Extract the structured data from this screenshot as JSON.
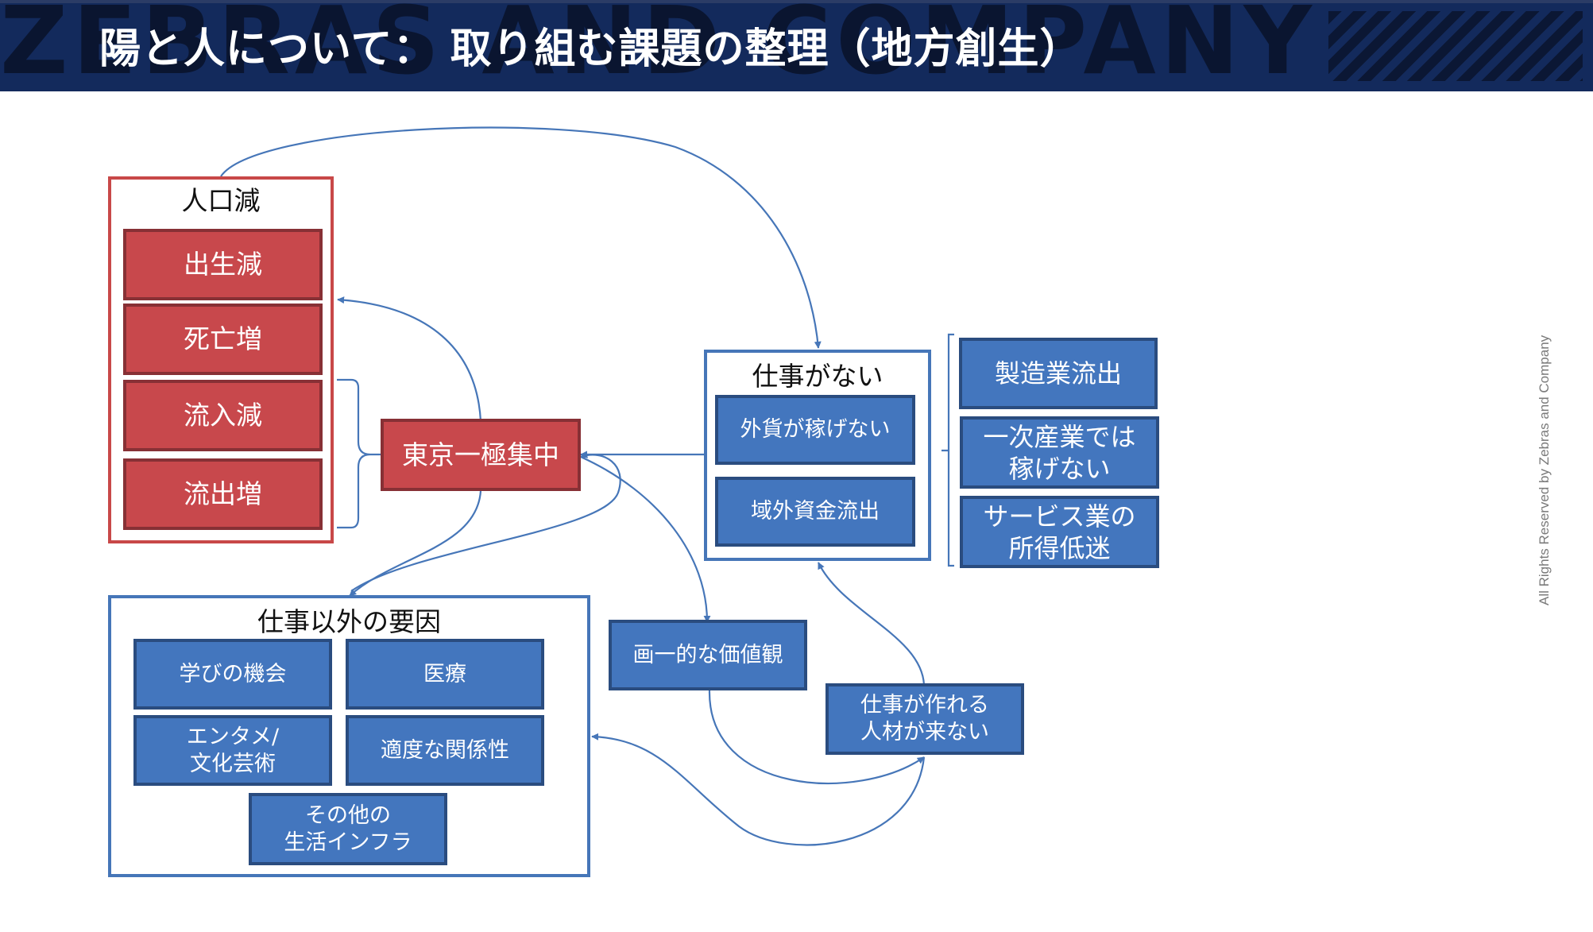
{
  "header": {
    "title": "陽と人について： 取り組む課題の整理（地方創生）",
    "watermark": "ZEBRAS AND COMPANY",
    "background": "#132a5c"
  },
  "colors": {
    "red_fill": "#c8484c",
    "red_border": "#873035",
    "blue_fill": "#4376be",
    "blue_border": "#2a4c7f",
    "connector": "#4676b8"
  },
  "population_decline": {
    "label": "人口減",
    "items": [
      "出生減",
      "死亡増",
      "流入減",
      "流出増"
    ]
  },
  "tokyo_concentration": {
    "label": "東京一極集中"
  },
  "no_jobs": {
    "label": "仕事がない",
    "items": [
      "外貨が稼げない",
      "域外資金流出"
    ]
  },
  "industry_factors": [
    "製造業流出",
    "一次産業では\n稼げない",
    "サービス業の\n所得低迷"
  ],
  "non_job_factors": {
    "label": "仕事以外の要因",
    "items": [
      "学びの機会",
      "医療",
      "エンタメ/\n文化芸術",
      "適度な関係性",
      "その他の\n生活インフラ"
    ]
  },
  "uniform_values": {
    "label": "画一的な価値観"
  },
  "no_job_creators": {
    "label": "仕事が作れる\n人材が来ない"
  },
  "footer": {
    "copyright": "All Rights Reserved by Zebras and Company"
  }
}
